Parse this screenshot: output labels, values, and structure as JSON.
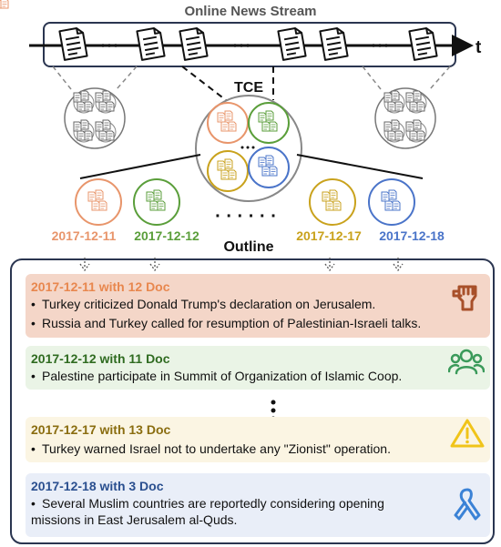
{
  "header": {
    "title": "Online News Stream",
    "time_axis_label": "t"
  },
  "tce": {
    "label": "TCE"
  },
  "timeline": {
    "dates": [
      {
        "label": "2017-12-11",
        "color": "#e8956b"
      },
      {
        "label": "2017-12-12",
        "color": "#5a9e3a"
      },
      {
        "label": "2017-12-17",
        "color": "#c9a21c"
      },
      {
        "label": "2017-12-18",
        "color": "#4a74c9"
      }
    ],
    "gap": "· · ·  · · ·"
  },
  "outline": {
    "label": "Outline",
    "events": [
      {
        "header": "2017-12-11 with 12 Doc",
        "header_color": "#e8874e",
        "bg": "#f4d6c8",
        "icon": "raised-fist-icon",
        "icon_color": "#a8502a",
        "bullets": [
          "Turkey criticized Donald Trump's declaration on Jerusalem.",
          "Russia and Turkey called for resumption of Palestinian-Israeli talks."
        ]
      },
      {
        "header": "2017-12-12 with 11 Doc",
        "header_color": "#2f6b20",
        "bg": "#eaf4e6",
        "icon": "people-group-icon",
        "icon_color": "#3a9a5a",
        "bullets": [
          "Palestine participate in Summit of Organization of Islamic Coop."
        ]
      },
      {
        "header": "2017-12-17 with 13 Doc",
        "header_color": "#8a6d10",
        "bg": "#fbf5e3",
        "icon": "warning-triangle-icon",
        "icon_color": "#f0c419",
        "bullets": [
          "Turkey warned Israel not to undertake any \"Zionist\" operation."
        ]
      },
      {
        "header": "2017-12-18 with 3 Doc",
        "header_color": "#2a4f8f",
        "bg": "#e9eef8",
        "icon": "ribbon-icon",
        "icon_color": "#3b82d6",
        "bullets": [
          "Several Muslim countries are reportedly considering opening missions in East Jerusalem al-Quds."
        ]
      }
    ]
  }
}
